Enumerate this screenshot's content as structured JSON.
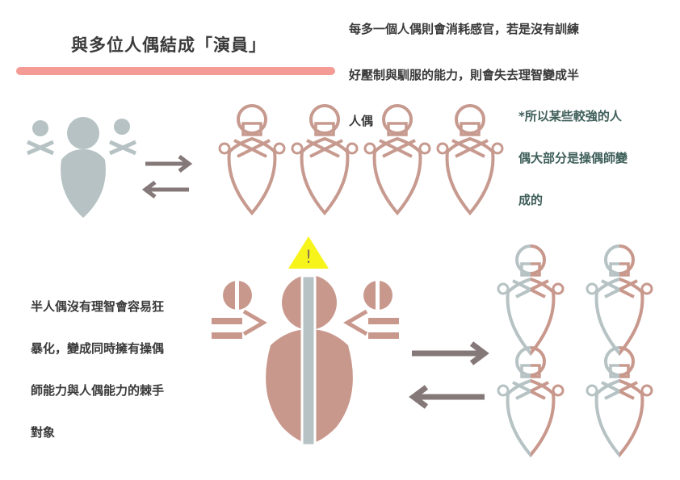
{
  "title": "與多位人偶結成「演員」",
  "top_text": [
    "每多一個人偶則會消耗感官，若是沒有訓練",
    "好壓制與馴服的能力，則會失去理智變成半",
    "人偶"
  ],
  "side_note": [
    "*所以某些較強的人",
    "偶大部分是操偶師變",
    "成的"
  ],
  "left_text": [
    "半人偶沒有理智會容易狂",
    "暴化，變成同時擁有操偶",
    "師能力與人偶能力的棘手",
    "對象"
  ],
  "warning_symbol": "!",
  "colors": {
    "accent_bar": "#f39b94",
    "human_gray": "#b6c2c3",
    "puppet_pink": "#c79a8f",
    "half_pink": "#c9988d",
    "arrow_gray": "#857878",
    "warning_yellow": "#f7f41c"
  },
  "icons": [
    "human-figure-icon",
    "puppet-figure-icon",
    "half-puppet-figure-icon",
    "warning-icon",
    "double-arrow-icon"
  ]
}
